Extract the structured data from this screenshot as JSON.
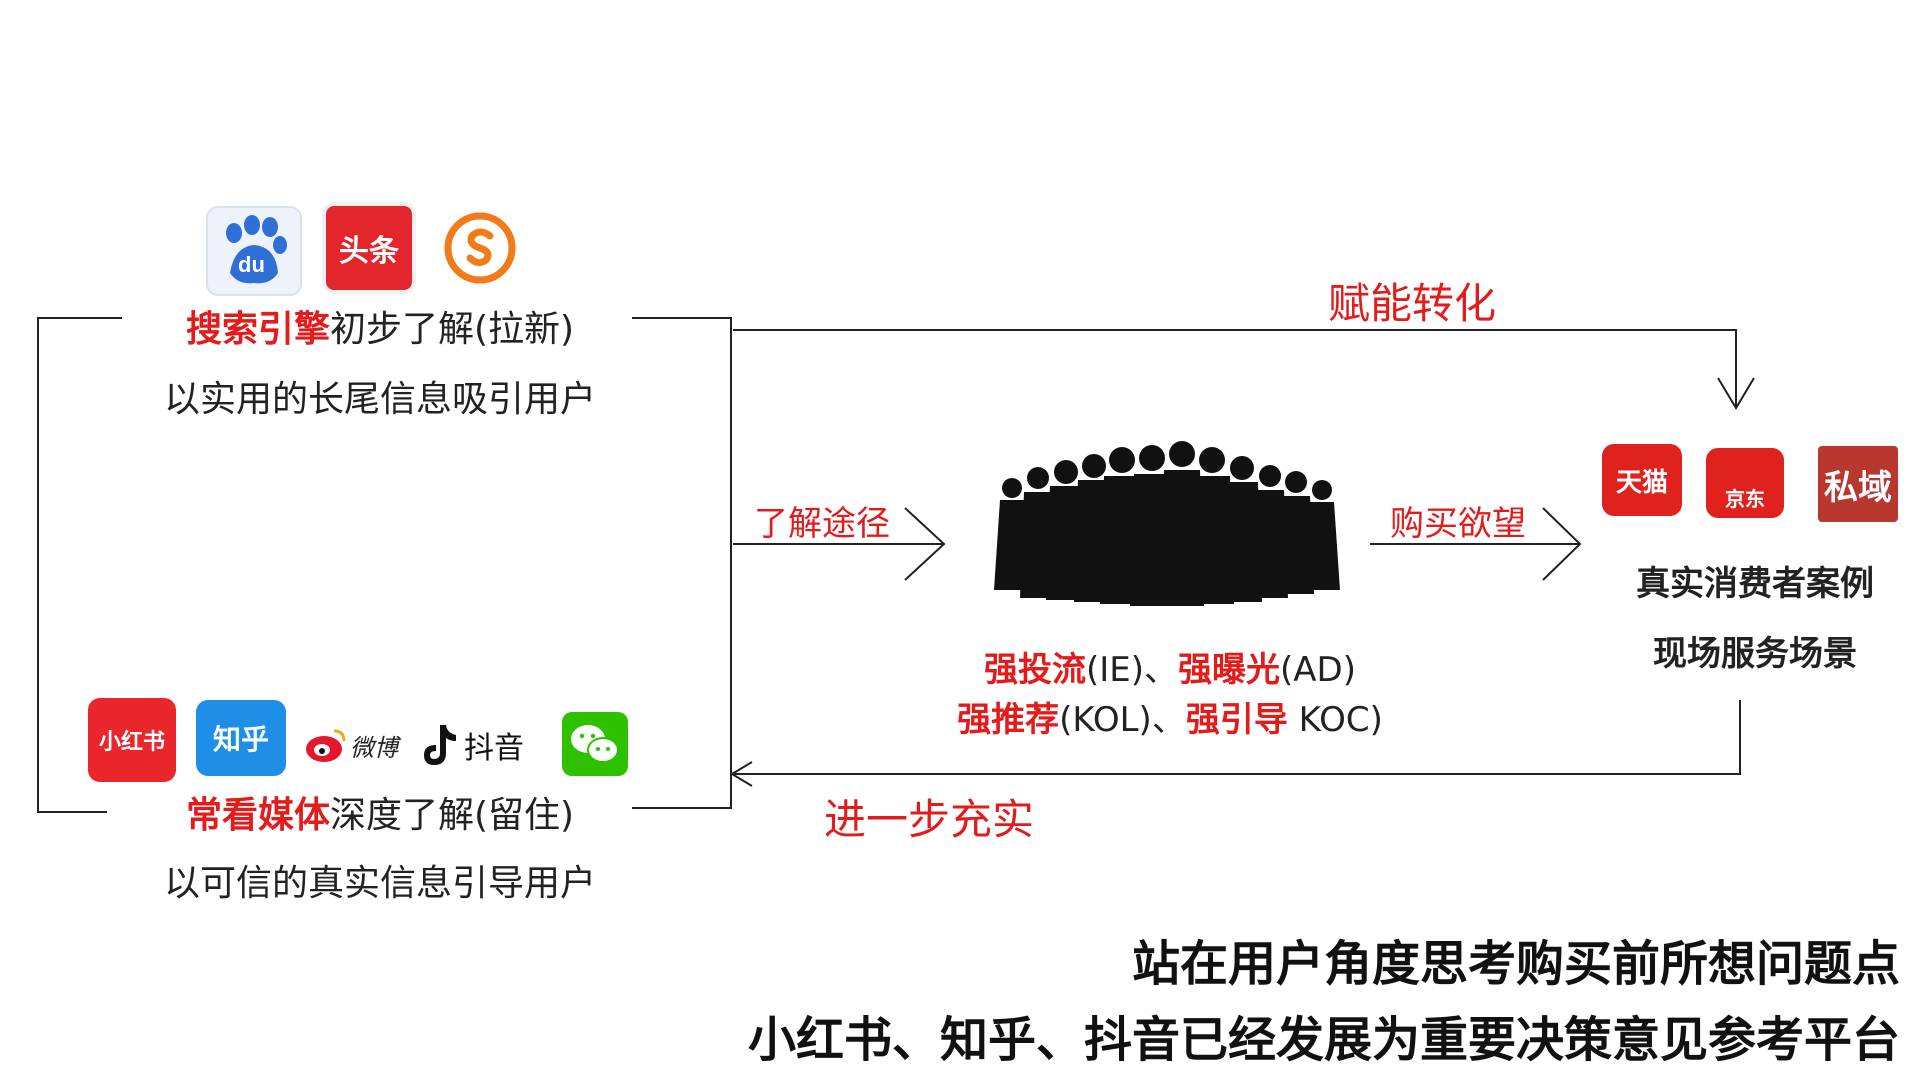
{
  "search": {
    "icons": [
      "baidu-icon",
      "toutiao-icon",
      "sogou-icon"
    ],
    "icon_toutiao_text": "头条",
    "icon_baidu_text": "du",
    "label_highlight": "搜索引擎",
    "label_rest": "初步了解(拉新)",
    "subtitle": "以实用的长尾信息吸引用户"
  },
  "media": {
    "icons": [
      "xiaohongshu-icon",
      "zhihu-icon",
      "weibo-icon",
      "douyin-icon",
      "wechat-icon"
    ],
    "icon_xhs_text": "小红书",
    "icon_zhihu_text": "知乎",
    "icon_weibo_text": "微博",
    "icon_douyin_text": "抖音",
    "label_highlight": "常看媒体",
    "label_rest": "深度了解(留住)",
    "subtitle": "以可信的真实信息引导用户"
  },
  "arrows": {
    "top": "赋能转化",
    "understand": "了解途径",
    "desire": "购买欲望",
    "bottom": "进一步充实"
  },
  "crowd": {
    "line1_a": "强投流",
    "line1_b": "(IE)、",
    "line1_c": "强曝光",
    "line1_d": "(AD)",
    "line2_a": "强推荐",
    "line2_b": "(KOL)、",
    "line2_c": "强引导",
    "line2_d": " KOC)"
  },
  "platforms": {
    "icons": [
      "tmall-icon",
      "jd-icon",
      "private-domain-icon"
    ],
    "tmall_text": "天猫",
    "jd_text": "京东",
    "private_text": "私域",
    "line1": "真实消费者案例",
    "line2": "现场服务场景"
  },
  "conclusion": {
    "line1": "站在用户角度思考购买前所想问题点",
    "line2": "小红书、知乎、抖音已经发展为重要决策意见参考平台"
  },
  "colors": {
    "accent_red": "#e31b1b",
    "line": "#222222"
  }
}
